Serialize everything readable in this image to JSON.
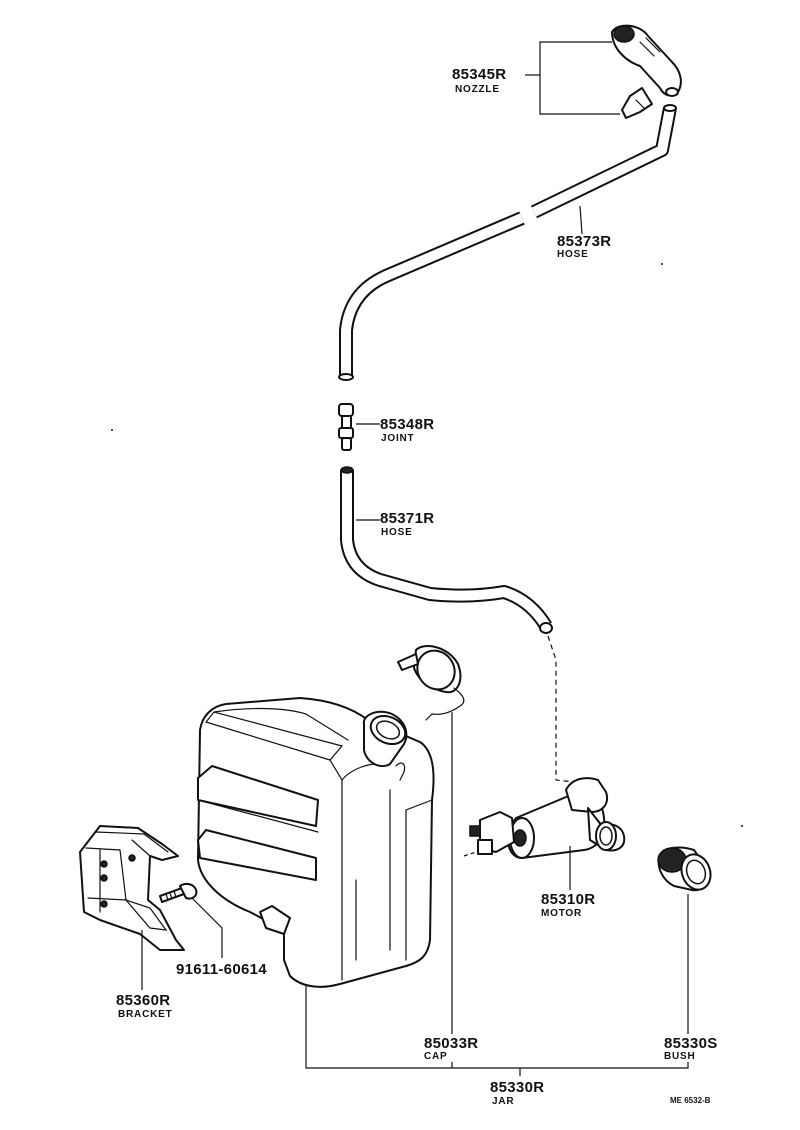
{
  "labels": {
    "nozzle": {
      "part_no": "85345R",
      "name": "NOZZLE"
    },
    "hose_upper": {
      "part_no": "85373R",
      "name": "HOSE"
    },
    "joint": {
      "part_no": "85348R",
      "name": "JOINT"
    },
    "hose_lower": {
      "part_no": "85371R",
      "name": "HOSE"
    },
    "motor": {
      "part_no": "85310R",
      "name": "MOTOR"
    },
    "bolt": {
      "part_no": "91611-60614"
    },
    "bracket": {
      "part_no": "85360R",
      "name": "BRACKET"
    },
    "cap": {
      "part_no": "85033R",
      "name": "CAP"
    },
    "bush": {
      "part_no": "85330S",
      "name": "BUSH"
    },
    "jar": {
      "part_no": "85330R",
      "name": "JAR"
    }
  },
  "drawing_code": "ME 6532-B"
}
